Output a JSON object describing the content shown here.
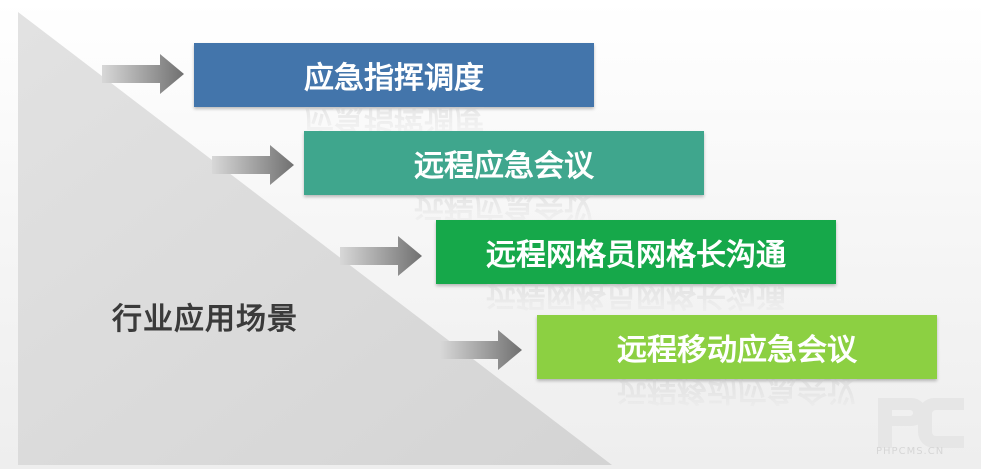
{
  "side_label": "行业应用场景",
  "steps": [
    {
      "label": "应急指挥调度",
      "color": "#4375ab"
    },
    {
      "label": "远程应急会议",
      "color": "#3fa68d"
    },
    {
      "label": "远程网格员网格长沟通",
      "color": "#16a84a"
    },
    {
      "label": "远程移动应急会议",
      "color": "#8cd042"
    }
  ],
  "watermark": {
    "text": "PHPCMS.CN",
    "icon": "pc-logo-icon"
  }
}
